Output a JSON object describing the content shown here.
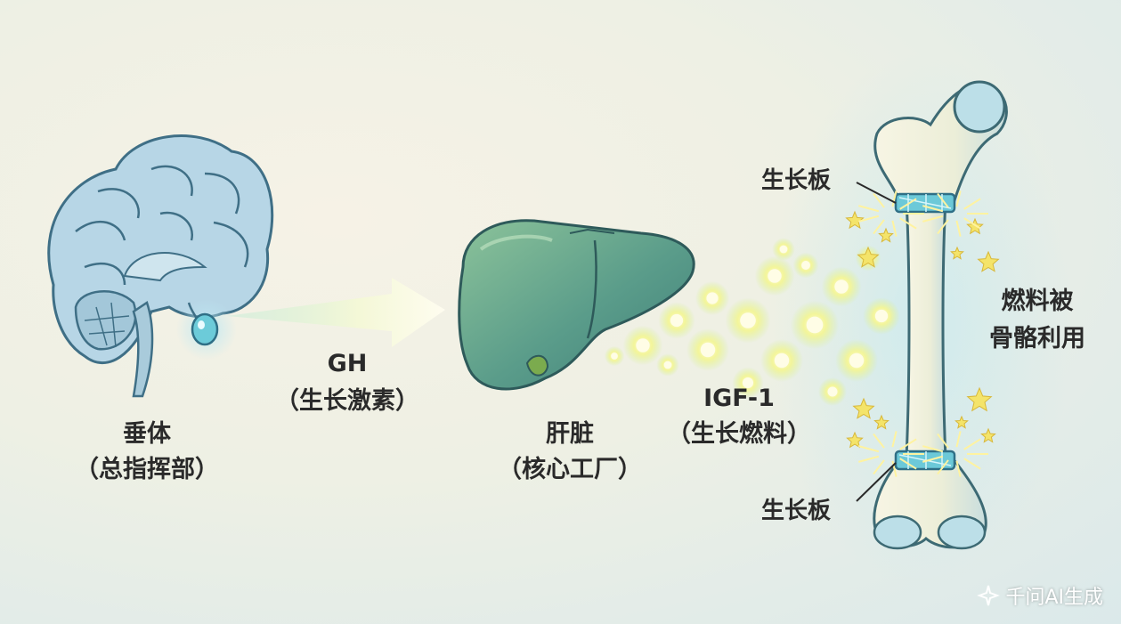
{
  "labels": {
    "pituitary": [
      "垂体",
      "（总指挥部）"
    ],
    "gh": [
      "GH",
      "（生长激素）"
    ],
    "liver": [
      "肝脏",
      "（核心工厂）"
    ],
    "igf": [
      "IGF-1",
      "（生长燃料）"
    ],
    "growth_plate_top": "生长板",
    "growth_plate_bottom": "生长板",
    "fuel_used": [
      "燃料被",
      "骨骼利用"
    ]
  },
  "watermark": {
    "text": "千问AI生成",
    "icon": "sparkle-logo-icon"
  },
  "colors": {
    "background": "#f1f0e6",
    "brain": "#a9cde0",
    "liver": "#5d9e8c",
    "bone": "#eef0d8",
    "glow": "#fff6a8",
    "growth_plate": "#6cc9d8"
  }
}
